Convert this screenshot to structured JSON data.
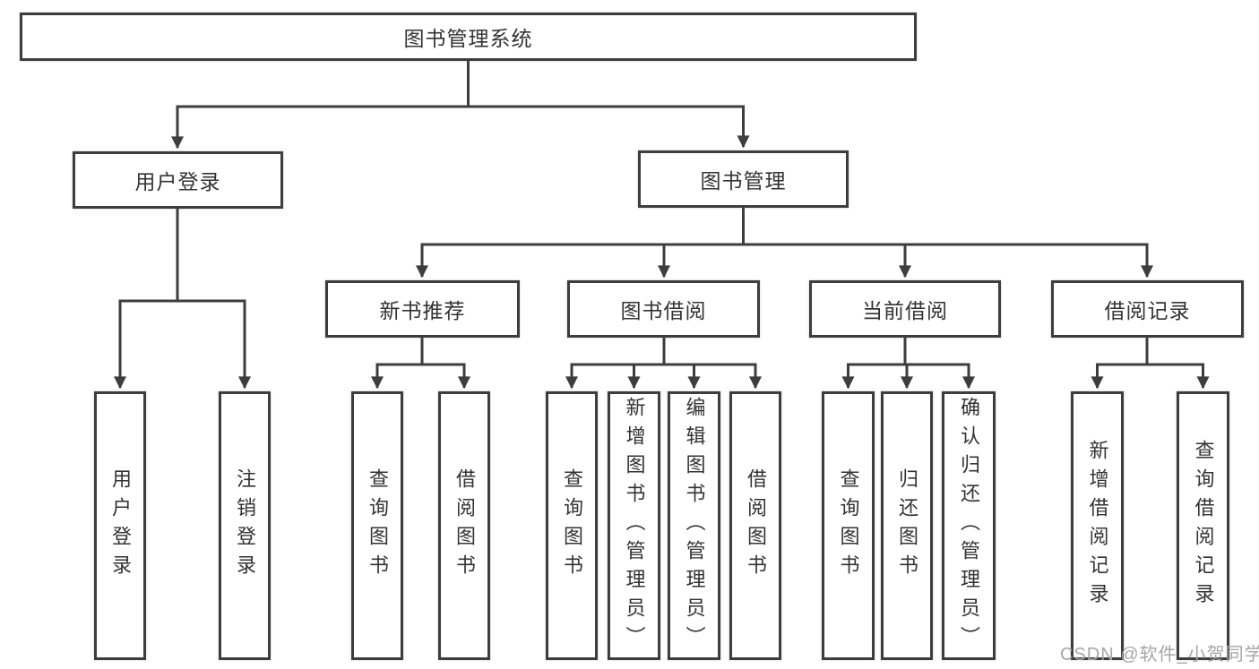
{
  "nodes": {
    "root": {
      "label": "图书管理系统"
    },
    "level2": [
      {
        "label": "用户登录"
      },
      {
        "label": "图书管理"
      }
    ],
    "level3": [
      {
        "label": "新书推荐"
      },
      {
        "label": "图书借阅"
      },
      {
        "label": "当前借阅"
      },
      {
        "label": "借阅记录"
      }
    ],
    "leaves": [
      {
        "label": "用户登录"
      },
      {
        "label": "注销登录"
      },
      {
        "label": "查询图书"
      },
      {
        "label": "借阅图书"
      },
      {
        "label": "查询图书"
      },
      {
        "label": "新增图书（管理员）"
      },
      {
        "label": "编辑图书（管理员）"
      },
      {
        "label": "借阅图书"
      },
      {
        "label": "查询图书"
      },
      {
        "label": "归还图书"
      },
      {
        "label": "确认归还（管理员）"
      },
      {
        "label": "新增借阅记录"
      },
      {
        "label": "查询借阅记录"
      }
    ]
  },
  "watermark": {
    "text": "CSDN @软件_小贺同学"
  },
  "colors": {
    "line": "#3d3d3d",
    "text": "#333333",
    "background": "#ffffff",
    "watermark": "#a6a6a6"
  }
}
